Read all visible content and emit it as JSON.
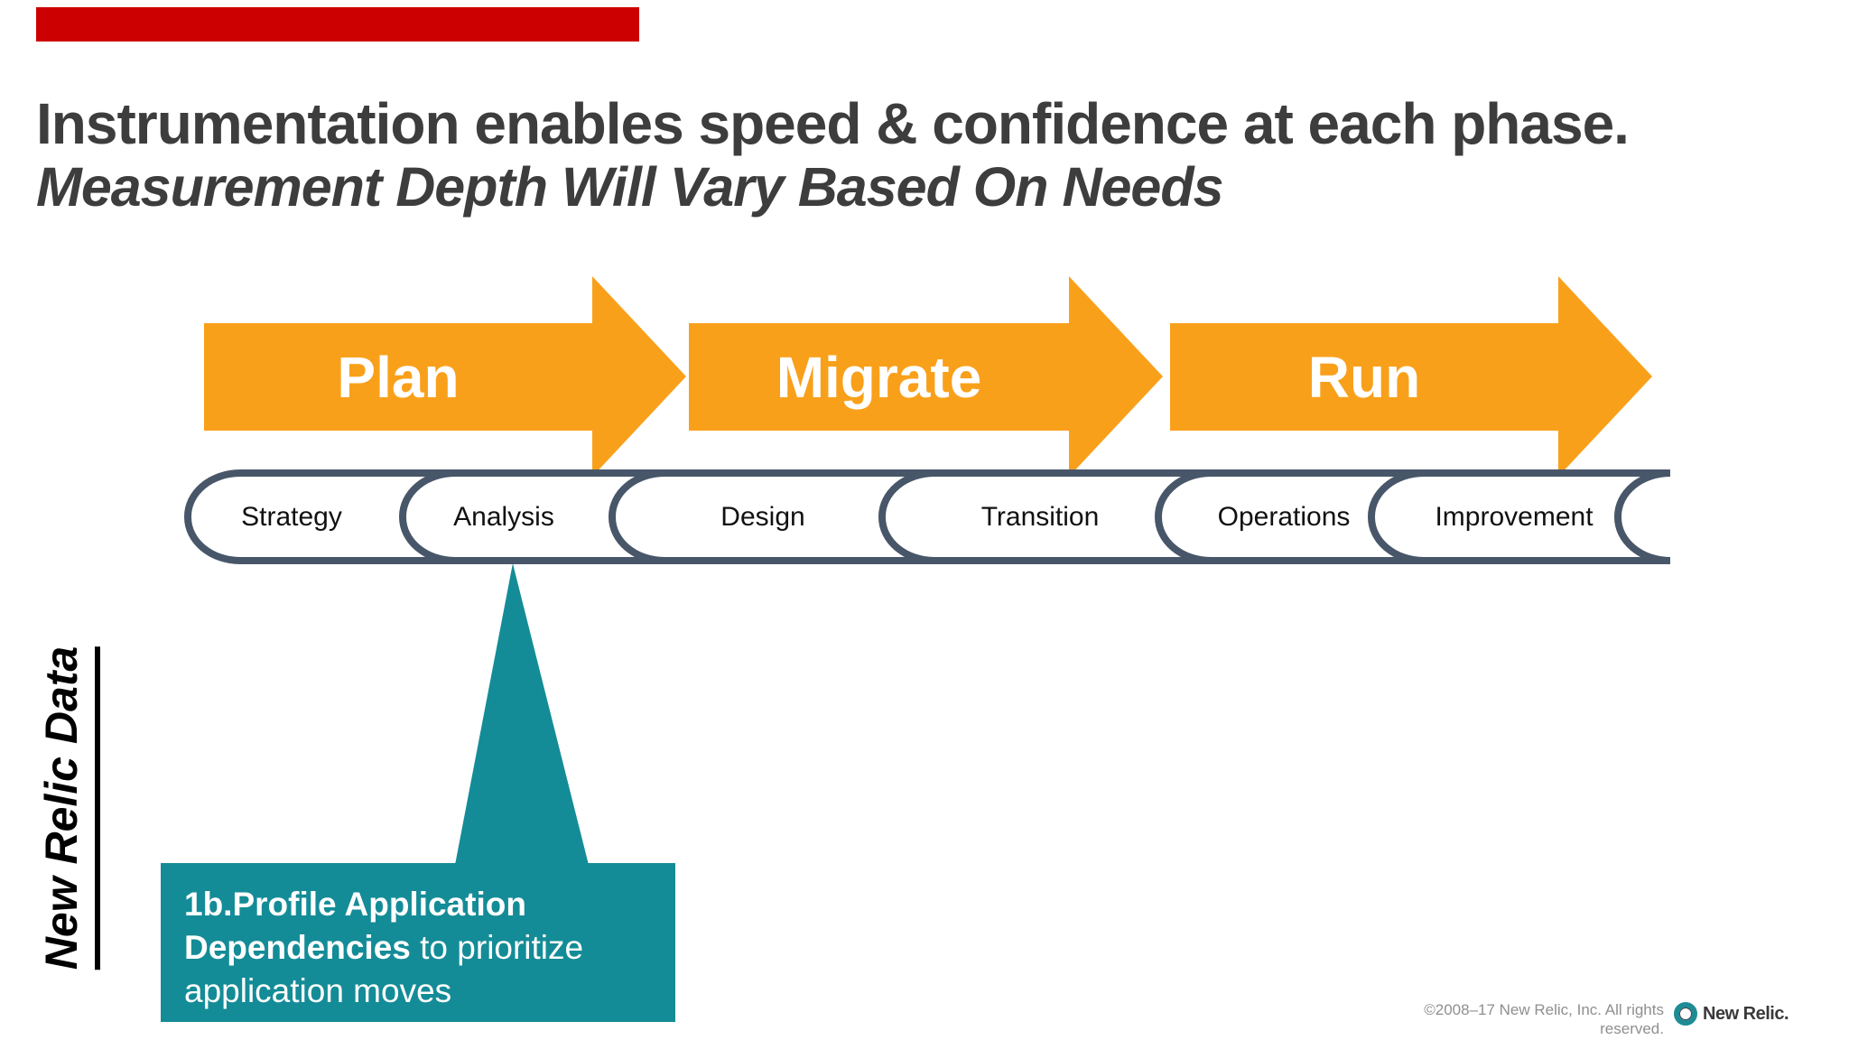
{
  "slide": {
    "title_line1": "Instrumentation enables speed & confidence at each phase.",
    "title_line2": "Measurement Depth Will Vary Based On Needs",
    "side_label": "New Relic Data",
    "accent_color": "#cc0000",
    "phase_arrow_color": "#f9a01b",
    "pipeline_border_color": "#485669",
    "callout_color": "#148c97"
  },
  "phases": [
    {
      "label": "Plan"
    },
    {
      "label": "Migrate"
    },
    {
      "label": "Run"
    }
  ],
  "pipeline_stages": [
    "Strategy",
    "Analysis",
    "Design",
    "Transition",
    "Operations",
    "Improvement"
  ],
  "callout": {
    "bold_text": "1b.Profile Application Dependencies",
    "regular_text": " to prioritize application moves",
    "target_stage": "Analysis"
  },
  "footer": {
    "copyright_line1": "©2008–17 New Relic, Inc. All rights",
    "copyright_line2": "reserved.",
    "logo_text": "New Relic."
  }
}
